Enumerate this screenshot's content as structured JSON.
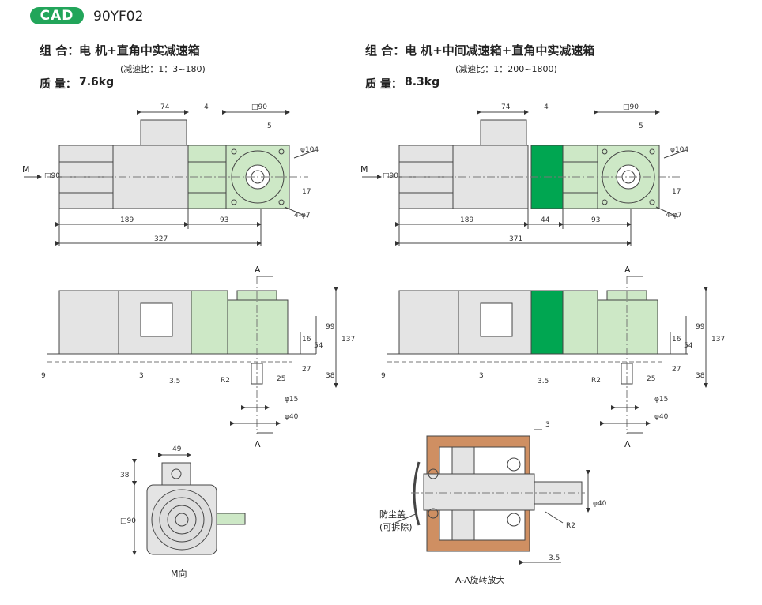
{
  "header": {
    "badge": "CAD",
    "model": "90YF02"
  },
  "left": {
    "combo_label": "组 合：",
    "combo_value": "电 机+直角中实减速箱",
    "ratio": "(减速比：1：3~180)",
    "mass_label": "质 量：",
    "mass_value": "7.6kg",
    "dims": {
      "d74": "74",
      "d4": "4",
      "sq90_top": "□90",
      "key5": "5",
      "d104": "φ104",
      "d17": "17",
      "hole": "4-φ7",
      "sq90_side": "□90",
      "m": "M",
      "d189": "189",
      "d93": "93",
      "d327": "327",
      "sec_a_top": "A",
      "sec_a_bot": "A",
      "d16": "16",
      "d54": "54",
      "d99": "99",
      "d137": "137",
      "d27": "27",
      "d38": "38",
      "d25": "25",
      "d9": "9",
      "d3": "3",
      "d3_5": "3.5",
      "r2": "R2",
      "phi15": "φ15",
      "phi40": "φ40",
      "m_d49": "49",
      "m_d38": "38",
      "m_sq90": "□90",
      "m_caption": "M向"
    }
  },
  "right": {
    "combo_label": "组 合：",
    "combo_value": "电 机+中间减速箱+直角中实减速箱",
    "ratio": "(减速比：1：200~1800)",
    "mass_label": "质 量：",
    "mass_value": "8.3kg",
    "dims": {
      "d74": "74",
      "d4": "4",
      "sq90_top": "□90",
      "key5": "5",
      "d104": "φ104",
      "d17": "17",
      "hole": "4-φ7",
      "sq90_side": "□90",
      "m": "M",
      "d189": "189",
      "d44": "44",
      "d93": "93",
      "d371": "371",
      "sec_a_top": "A",
      "sec_a_bot": "A",
      "d16": "16",
      "d54": "54",
      "d99": "99",
      "d137": "137",
      "d27": "27",
      "d38": "38",
      "d25": "25",
      "d9": "9",
      "d3": "3",
      "d3_5": "3.5",
      "r2": "R2",
      "phi15": "φ15",
      "phi40": "φ40",
      "aa_d3": "3",
      "aa_d3_5": "3.5",
      "aa_r2": "R2",
      "aa_phi40": "φ40",
      "aa_cover": "防尘盖",
      "aa_cover2": "(可拆除)",
      "aa_caption": "A-A旋转放大"
    }
  },
  "colors": {
    "badge": "#22a55a",
    "gearbox": "#cde8c6",
    "intermediate": "#00a651",
    "motor": "#e4e4e4"
  }
}
